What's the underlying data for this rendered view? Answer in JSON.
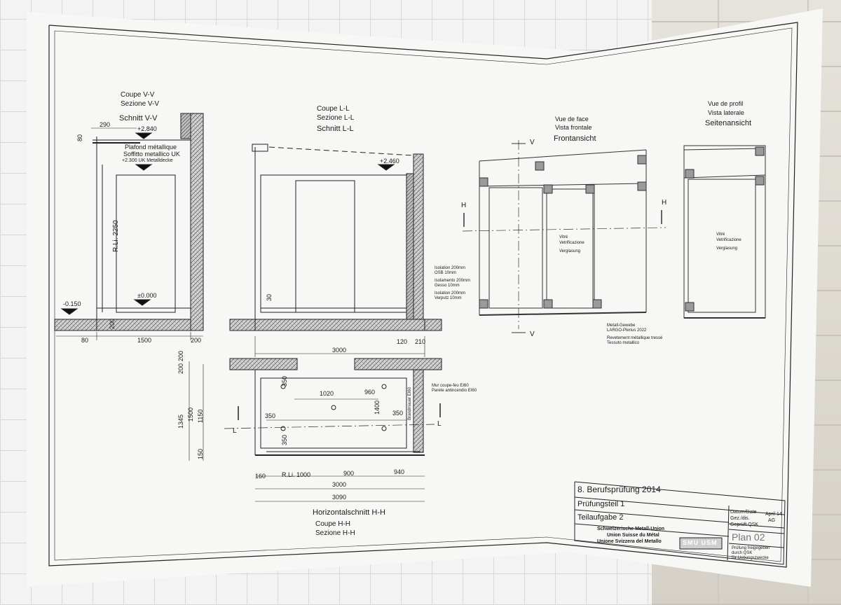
{
  "section_vv": {
    "title_fr": "Coupe V-V",
    "title_it": "Sezione V-V",
    "title_de": "Schnitt V-V",
    "dim_290": "290",
    "elev_top": "+2.840",
    "dim_80_top": "80",
    "ceiling_fr": "Plafond métallique",
    "ceiling_it": "Soffitto metallico UK",
    "ceiling_de": "+2.300  UK Metalldecke",
    "height_label": "R.Li. 2250",
    "elev_zero": "±0.000",
    "elev_neg": "-0.150",
    "dim_200_vert": "200",
    "dim_80": "80",
    "dim_1500": "1500",
    "dim_200": "200"
  },
  "section_ll": {
    "title_fr": "Coupe L-L",
    "title_it": "Sezione L-L",
    "title_de": "Schnitt L-L",
    "elev_top": "+2.460",
    "dim_30": "30",
    "iso_fr": "Isolation 200mm",
    "iso_fr2": "OSB 10mm",
    "iso_it": "Isolamento 200mm",
    "iso_it2": "Gesso 10mm",
    "iso_de": "Isolation 200mm",
    "iso_de2": "Verputz 10mm",
    "dim_3000": "3000",
    "dim_120": "120",
    "dim_210": "210"
  },
  "front_view": {
    "title_fr": "Vue de face",
    "title_it": "Vista frontale",
    "title_de": "Frontansicht",
    "marker_v": "V",
    "marker_h": "H",
    "glass_fr": "Vitré",
    "glass_it": "Vetrificazione",
    "glass_de": "Verglasung",
    "mesh_de": "Metall-Gewebe",
    "mesh_brand": "LARGO-Plenus 2022",
    "mesh_fr": "Revetement métallique tressé",
    "mesh_it": "Tessuto metallico"
  },
  "side_view": {
    "title_fr": "Vue de profil",
    "title_it": "Vista laterale",
    "title_de": "Seitenansicht",
    "glass_fr": "Vitré",
    "glass_it": "Vetrificazione",
    "glass_de": "Verglasung"
  },
  "plan_hh": {
    "title_de": "Horizontalschnitt H-H",
    "title_fr": "Coupe H-H",
    "title_it": "Sezione H-H",
    "marker_l": "L",
    "wall_fr": "Mur coupe-feu EI60",
    "wall_it": "Parete antincendio EI60",
    "wall_vert": "Brandmauer EI60",
    "dim_200a": "200",
    "dim_200b": "200",
    "dim_1345": "1345",
    "dim_1500": "1500",
    "dim_1150": "1150",
    "dim_150": "150",
    "dim_350a": "350",
    "dim_1020": "1020",
    "dim_960": "960",
    "dim_350b": "350",
    "dim_1400": "1400",
    "dim_350c": "350",
    "dim_350d": "350",
    "dim_160": "160",
    "dim_rli": "R.Li. 1000",
    "dim_900": "900",
    "dim_940": "940",
    "dim_3000": "3000",
    "dim_3090": "3090"
  },
  "title_block": {
    "line1": "8. Berufsprüfung 2014",
    "line2": "Prüfungsteil 1",
    "line3": "Teilaufgabe 2",
    "date_label": "Datum/Date",
    "date_value": "April 14",
    "drawn_label": "Gez./dis.",
    "drawn_value": "AG",
    "checked": "Geprüft QSK",
    "org_de": "Schweizerische Metall-Union",
    "org_fr": "Union Suisse du Métal",
    "org_it": "Unione Svizzera del Metallo",
    "plan": "Plan  02",
    "release1": "Prüfung freigegeben",
    "release2": "durch QSK",
    "release3": "für Uebungszwecke",
    "logo": "SMU USM"
  }
}
